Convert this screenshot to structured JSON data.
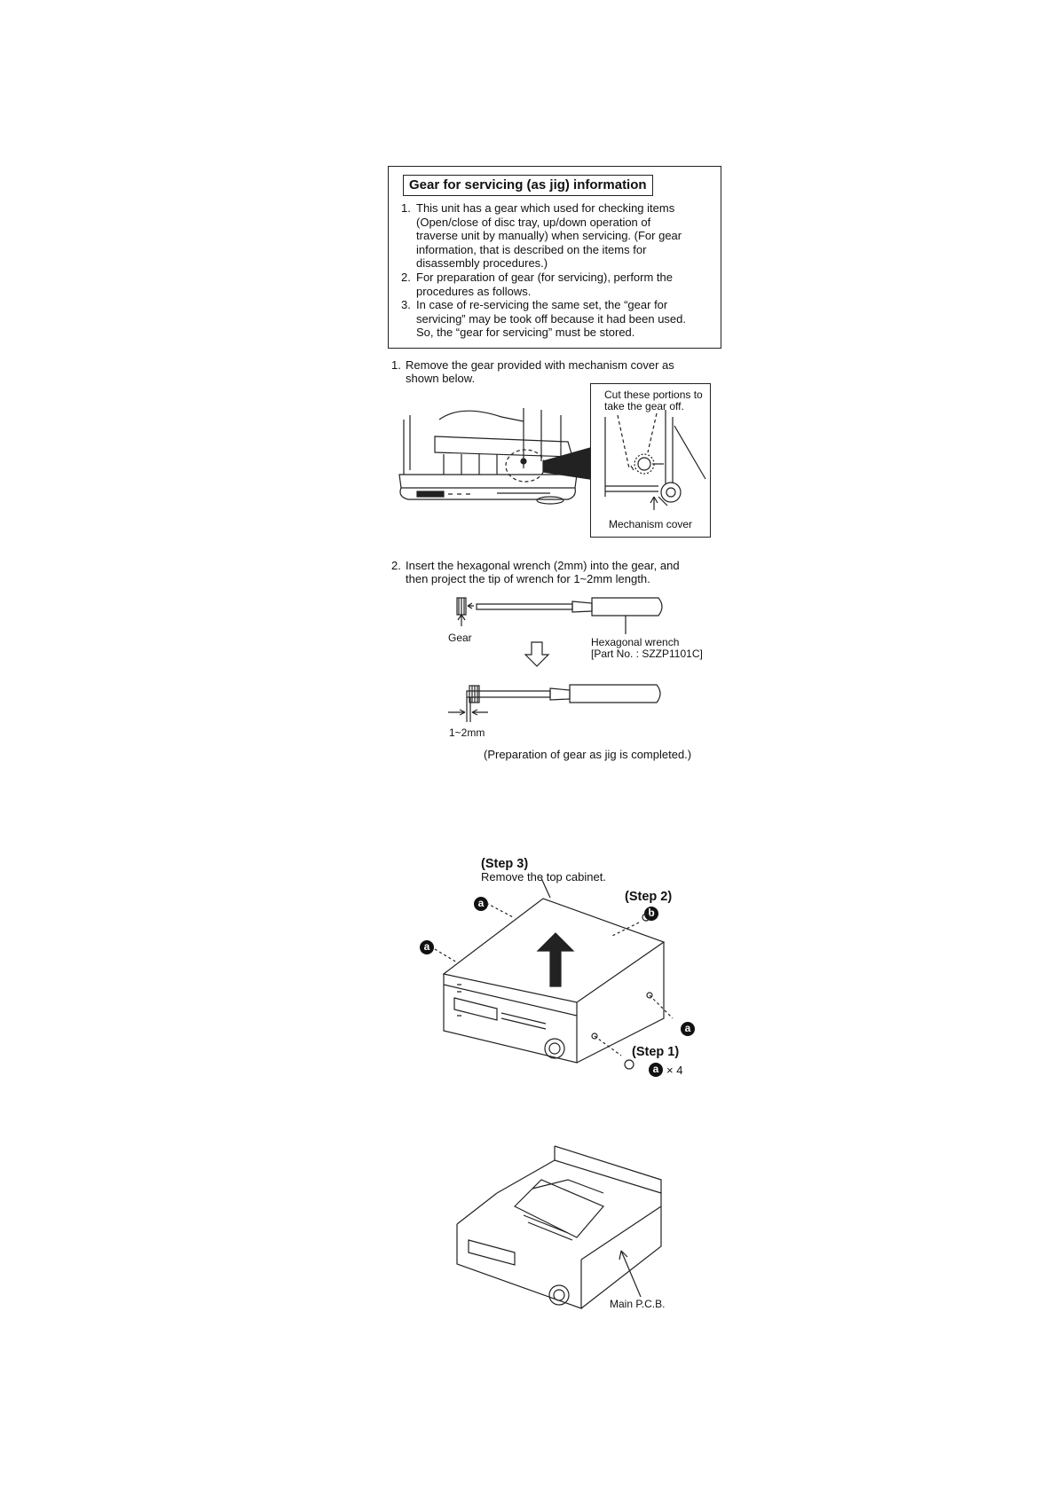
{
  "gear_info": {
    "title": "Gear for servicing (as jig) information",
    "items": [
      {
        "num": "1.",
        "text": "This unit has a gear which used for checking items\n(Open/close of disc tray, up/down operation of\ntraverse unit by manually) when servicing. (For gear\ninformation, that is described on the items for\ndisassembly procedures.)"
      },
      {
        "num": "2.",
        "text": "For preparation of gear (for servicing), perform the\nprocedures as follows."
      },
      {
        "num": "3.",
        "text": "In case of re-servicing the same set, the  “gear for\nservicing”  may be took off because it had been used.\nSo, the  “gear for servicing”  must be stored."
      }
    ]
  },
  "procedure": {
    "step1_num": "1.",
    "step1_text": "Remove the gear provided  with mechanism cover as\nshown below.",
    "callout_cut": "Cut these portions to\ntake the gear off.",
    "callout_cover": "Mechanism cover",
    "step2_num": "2.",
    "step2_text": "Insert  the hexagonal wrench (2mm) into the gear, and\nthen project the tip of wrench for 1~2mm length.",
    "label_gear": "Gear",
    "label_wrench": "Hexagonal wrench\n[Part No. : SZZP1101C]",
    "label_length": "1~2mm",
    "completed": "(Preparation of gear as jig is completed.)"
  },
  "cabinet": {
    "step3_title": "(Step 3)",
    "step3_text": "Remove the top cabinet.",
    "step2_title": "(Step 2)",
    "step1_title": "(Step 1)",
    "screw_a": "a",
    "screw_b": "b",
    "screw_count": "× 4"
  },
  "pcb": {
    "label": "Main P.C.B."
  }
}
